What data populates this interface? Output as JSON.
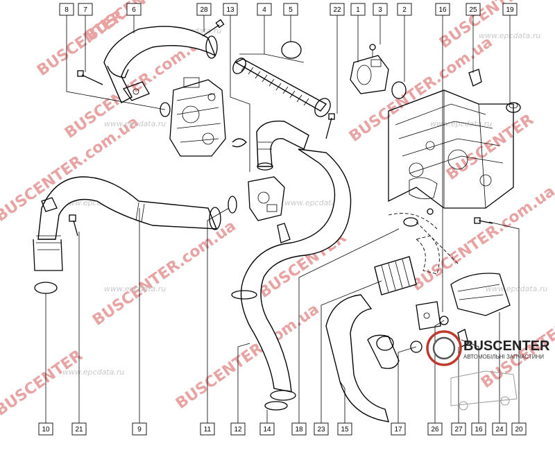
{
  "callouts": [
    {
      "id": "8",
      "label": "8"
    },
    {
      "id": "7",
      "label": "7"
    },
    {
      "id": "6",
      "label": "6"
    },
    {
      "id": "28",
      "label": "28"
    },
    {
      "id": "13",
      "label": "13"
    },
    {
      "id": "4",
      "label": "4"
    },
    {
      "id": "5",
      "label": "5"
    },
    {
      "id": "22",
      "label": "22"
    },
    {
      "id": "1",
      "label": "1"
    },
    {
      "id": "3",
      "label": "3"
    },
    {
      "id": "2",
      "label": "2"
    },
    {
      "id": "16a",
      "label": "16"
    },
    {
      "id": "25",
      "label": "25"
    },
    {
      "id": "19",
      "label": "19"
    },
    {
      "id": "10",
      "label": "10"
    },
    {
      "id": "21",
      "label": "21"
    },
    {
      "id": "9",
      "label": "9"
    },
    {
      "id": "11",
      "label": "11"
    },
    {
      "id": "12",
      "label": "12"
    },
    {
      "id": "14",
      "label": "14"
    },
    {
      "id": "18",
      "label": "18"
    },
    {
      "id": "23",
      "label": "23"
    },
    {
      "id": "15",
      "label": "15"
    },
    {
      "id": "17",
      "label": "17"
    },
    {
      "id": "26",
      "label": "26"
    },
    {
      "id": "27",
      "label": "27"
    },
    {
      "id": "16b",
      "label": "16"
    },
    {
      "id": "24",
      "label": "24"
    },
    {
      "id": "20",
      "label": "20"
    }
  ],
  "watermarks": {
    "red": "BUSCENTER",
    "red_domain": "BUSCENTER.com.ua",
    "grey": "www.epcdata.ru"
  },
  "logo": {
    "name": "BUSCENTER",
    "tagline": "АВТОМОБІЛЬНІ ЗАПЧАСТИНИ"
  },
  "colors": {
    "watermark_red": "#e8a3a3",
    "watermark_grey": "#c9c9c9",
    "line": "#000000"
  }
}
